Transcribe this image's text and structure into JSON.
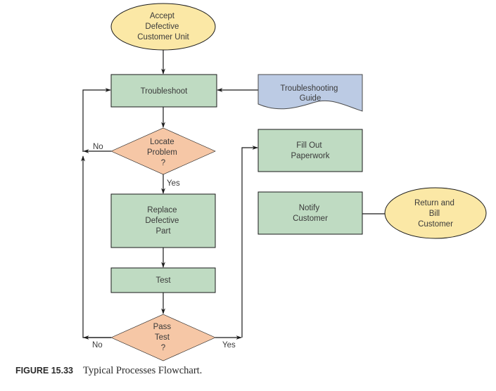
{
  "colors": {
    "terminal_fill": "#fbe8a6",
    "process_fill": "#bfdbc2",
    "decision_fill": "#f6c7a6",
    "document_fill": "#bccbe4",
    "stroke": "#1a1a1a"
  },
  "nodes": {
    "accept": {
      "type": "terminal",
      "lines": [
        "Accept",
        "Defective",
        "Customer Unit"
      ]
    },
    "troubleshoot": {
      "type": "process",
      "lines": [
        "Troubleshoot"
      ]
    },
    "guide": {
      "type": "document",
      "lines": [
        "Troubleshooting",
        "Guide"
      ]
    },
    "locate": {
      "type": "decision",
      "lines": [
        "Locate",
        "Problem",
        "?"
      ]
    },
    "fill_out": {
      "type": "process",
      "lines": [
        "Fill Out",
        "Paperwork"
      ]
    },
    "replace": {
      "type": "process",
      "lines": [
        "Replace",
        "Defective",
        "Part"
      ]
    },
    "notify": {
      "type": "process",
      "lines": [
        "Notify",
        "Customer"
      ]
    },
    "return_bill": {
      "type": "terminal",
      "lines": [
        "Return and",
        "Bill",
        "Customer"
      ]
    },
    "test": {
      "type": "process",
      "lines": [
        "Test"
      ]
    },
    "pass": {
      "type": "decision",
      "lines": [
        "Pass",
        "Test",
        "?"
      ]
    }
  },
  "edges": [
    {
      "from": "accept",
      "to": "troubleshoot",
      "label": ""
    },
    {
      "from": "guide",
      "to": "troubleshoot",
      "label": ""
    },
    {
      "from": "troubleshoot",
      "to": "locate",
      "label": ""
    },
    {
      "from": "locate",
      "to": "troubleshoot",
      "label": "No"
    },
    {
      "from": "locate",
      "to": "replace",
      "label": "Yes"
    },
    {
      "from": "replace",
      "to": "test",
      "label": ""
    },
    {
      "from": "test",
      "to": "pass",
      "label": ""
    },
    {
      "from": "pass",
      "to": "troubleshoot",
      "label": "No"
    },
    {
      "from": "pass",
      "to": "fill_out",
      "label": "Yes"
    },
    {
      "from": "notify",
      "to": "return_bill",
      "label": ""
    }
  ],
  "edge_labels": {
    "locate_no": "No",
    "locate_yes": "Yes",
    "pass_no": "No",
    "pass_yes": "Yes"
  },
  "caption": {
    "number": "FIGURE 15.33",
    "text": "Typical Processes Flowchart."
  }
}
